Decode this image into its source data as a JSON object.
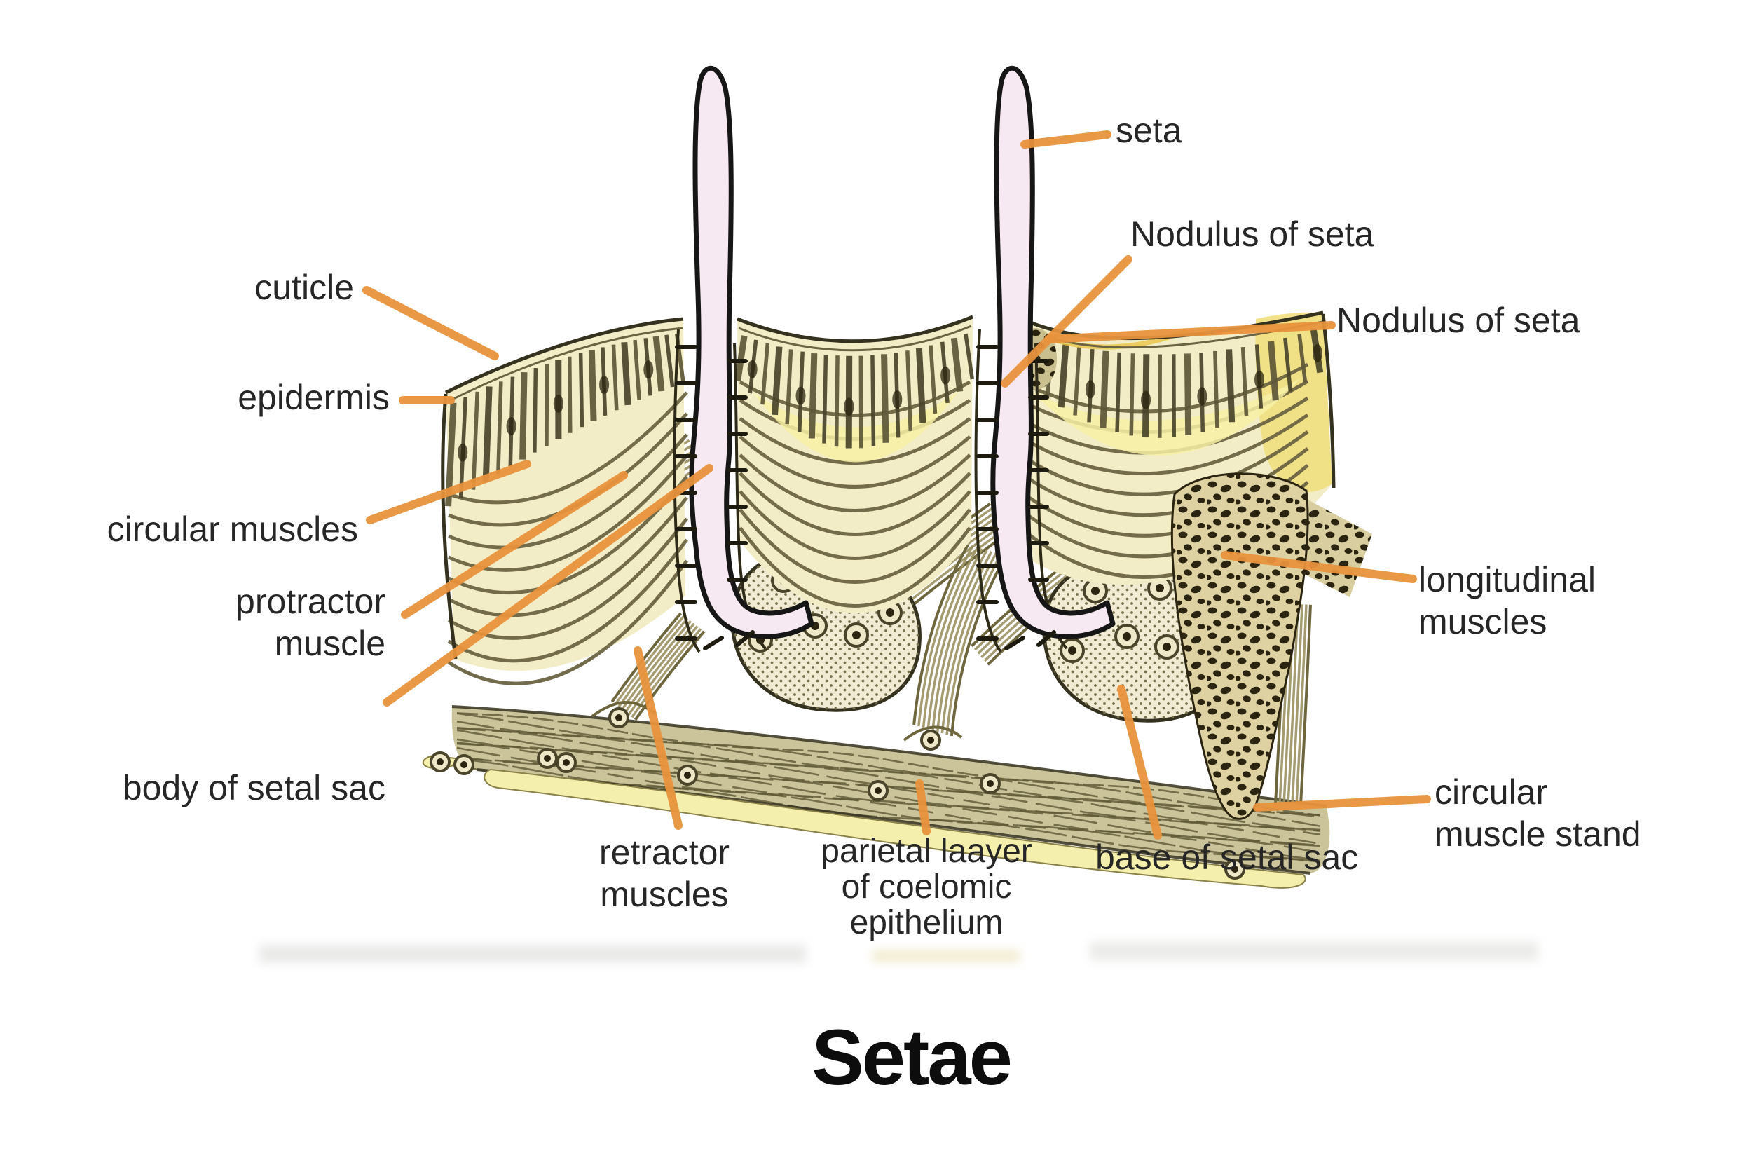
{
  "title": "Setae",
  "labels": {
    "cuticle": "cuticle",
    "epidermis": "epidermis",
    "circular_muscles": "circular muscles",
    "protractor_muscle": "protractor\nmuscle",
    "body_of_setal_sac": "body of setal sac",
    "retractor_muscles": "retractor\nmuscles",
    "parietal_layer": "parietal laayer\nof coelomic\nepithelium",
    "base_of_setal_sac": "base of setal sac",
    "seta": "seta",
    "nodulus_of_seta_1": "Nodulus of seta",
    "nodulus_of_seta_2": "Nodulus of seta",
    "longitudinal_muscles": "longitudinal\nmuscles",
    "circular_muscle_stand": "circular\nmuscle stand"
  },
  "colors": {
    "accent": "#E8923C",
    "label_text": "#262626",
    "title_text": "#0D0D0D",
    "background": "#FFFFFF",
    "wall_cream": "#F2EDC6",
    "wall_highlight": "#F7F0A4",
    "wall_wedge": "#EFDF7E",
    "olive_line": "#6B6442",
    "striation_dark": "#4A452B",
    "outline_dark": "#35311F",
    "seta_pink": "#F7E9F2",
    "seta_outline": "#161616",
    "sac_fill": "#F0EBD2",
    "sac_dot": "#77704C",
    "band_fill": "#CBC49A",
    "band_fiber": "#5E5735",
    "band_strip_yellow": "#F5EFAD",
    "fiber_olive": "#9A9160",
    "spot_dark": "#2B2410"
  }
}
